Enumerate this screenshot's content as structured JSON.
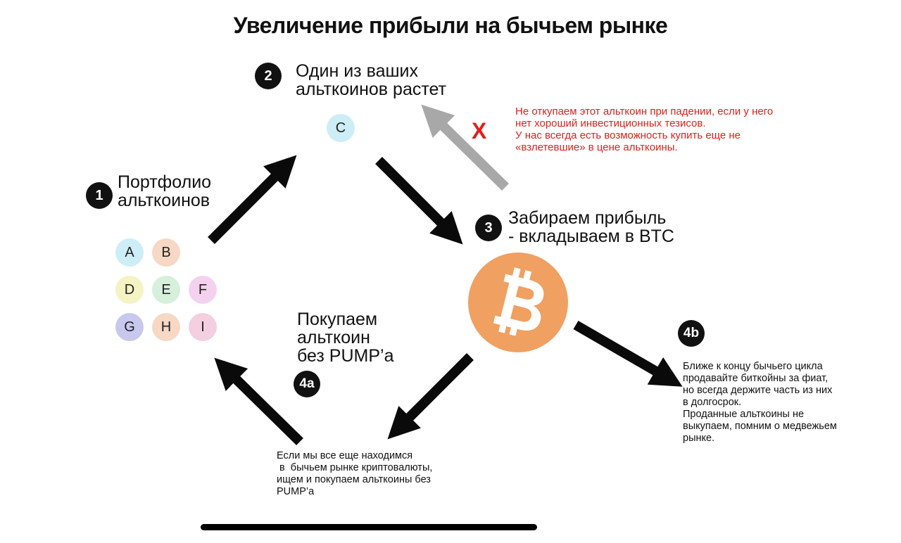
{
  "title": "Увеличение прибыли на бычьем рынке",
  "steps": {
    "s1": {
      "badge": "1",
      "lines": [
        "Портфолио",
        "альткоинов"
      ]
    },
    "s2": {
      "badge": "2",
      "lines": [
        "Один из ваших",
        "альткоинов растет"
      ]
    },
    "s3": {
      "badge": "3",
      "lines": [
        "Забираем прибыль",
        "- вкладываем в BTC"
      ]
    },
    "s4a": {
      "badge": "4a",
      "lines": [
        "Покупаем",
        "альткоин",
        "без PUMP’a"
      ]
    },
    "s4b": {
      "badge": "4b"
    }
  },
  "portfolio_coins": [
    {
      "label": "A",
      "color": "#cdeef6"
    },
    {
      "label": "B",
      "color": "#f6d8c4"
    },
    {
      "label": "D",
      "color": "#f5f2c4"
    },
    {
      "label": "E",
      "color": "#d6f0dc"
    },
    {
      "label": "F",
      "color": "#f4d2ef"
    },
    {
      "label": "G",
      "color": "#c8c8ef"
    },
    {
      "label": "H",
      "color": "#f6d8c4"
    },
    {
      "label": "I",
      "color": "#f4cfe0"
    }
  ],
  "rising_coin": {
    "label": "C",
    "color": "#cdeef6"
  },
  "red_note": {
    "mark": "X",
    "lines": [
      "Не откупаем этот альткоин при падении, если  у него",
      "нет хороший инвестиционных тезисов.",
      "У нас всегда есть возможность купить еще не",
      "«взлетевшие» в цене альткоины."
    ]
  },
  "note_4b": {
    "lines": [
      "Ближе к концу бычьего цикла",
      "продавайте биткойны за фиат,",
      "но всегда держите часть из них",
      "в долгосрок.",
      "Проданные альткоины не",
      "выкупаем, помним о медвежьем",
      "рынке."
    ]
  },
  "note_4a": {
    "lines": [
      "Если мы все еще находимся",
      " в  бычьем рынке криптовалюты,",
      "ищем и покупаем альткоины без",
      "PUMP’a"
    ]
  },
  "colors": {
    "arrow": "#0a0a0a",
    "arrow_rejected": "#a8a8a8",
    "bitcoin": "#f0a060",
    "warning": "#e0201b"
  },
  "icons": {
    "bitcoin": "bitcoin-icon"
  }
}
